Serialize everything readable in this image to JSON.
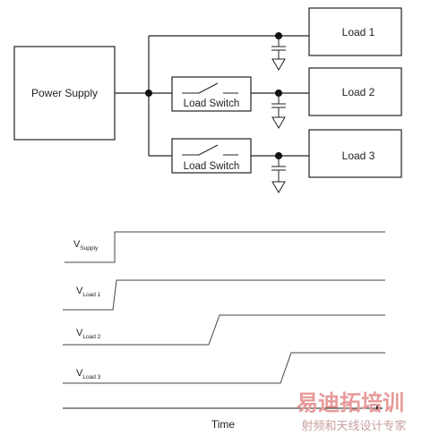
{
  "schematic": {
    "power_supply": "Power Supply",
    "load_switch_label": "Load Switch",
    "loads": [
      "Load 1",
      "Load 2",
      "Load 3"
    ]
  },
  "timing": {
    "signals": [
      {
        "main": "V",
        "sub": "Supply"
      },
      {
        "main": "V",
        "sub": "Load 1"
      },
      {
        "main": "V",
        "sub": "Load 2"
      },
      {
        "main": "V",
        "sub": "Load 3"
      }
    ],
    "time_label": "Time"
  },
  "watermark": {
    "title": "易迪拓培训",
    "subtitle": "射频和天线设计专家"
  }
}
